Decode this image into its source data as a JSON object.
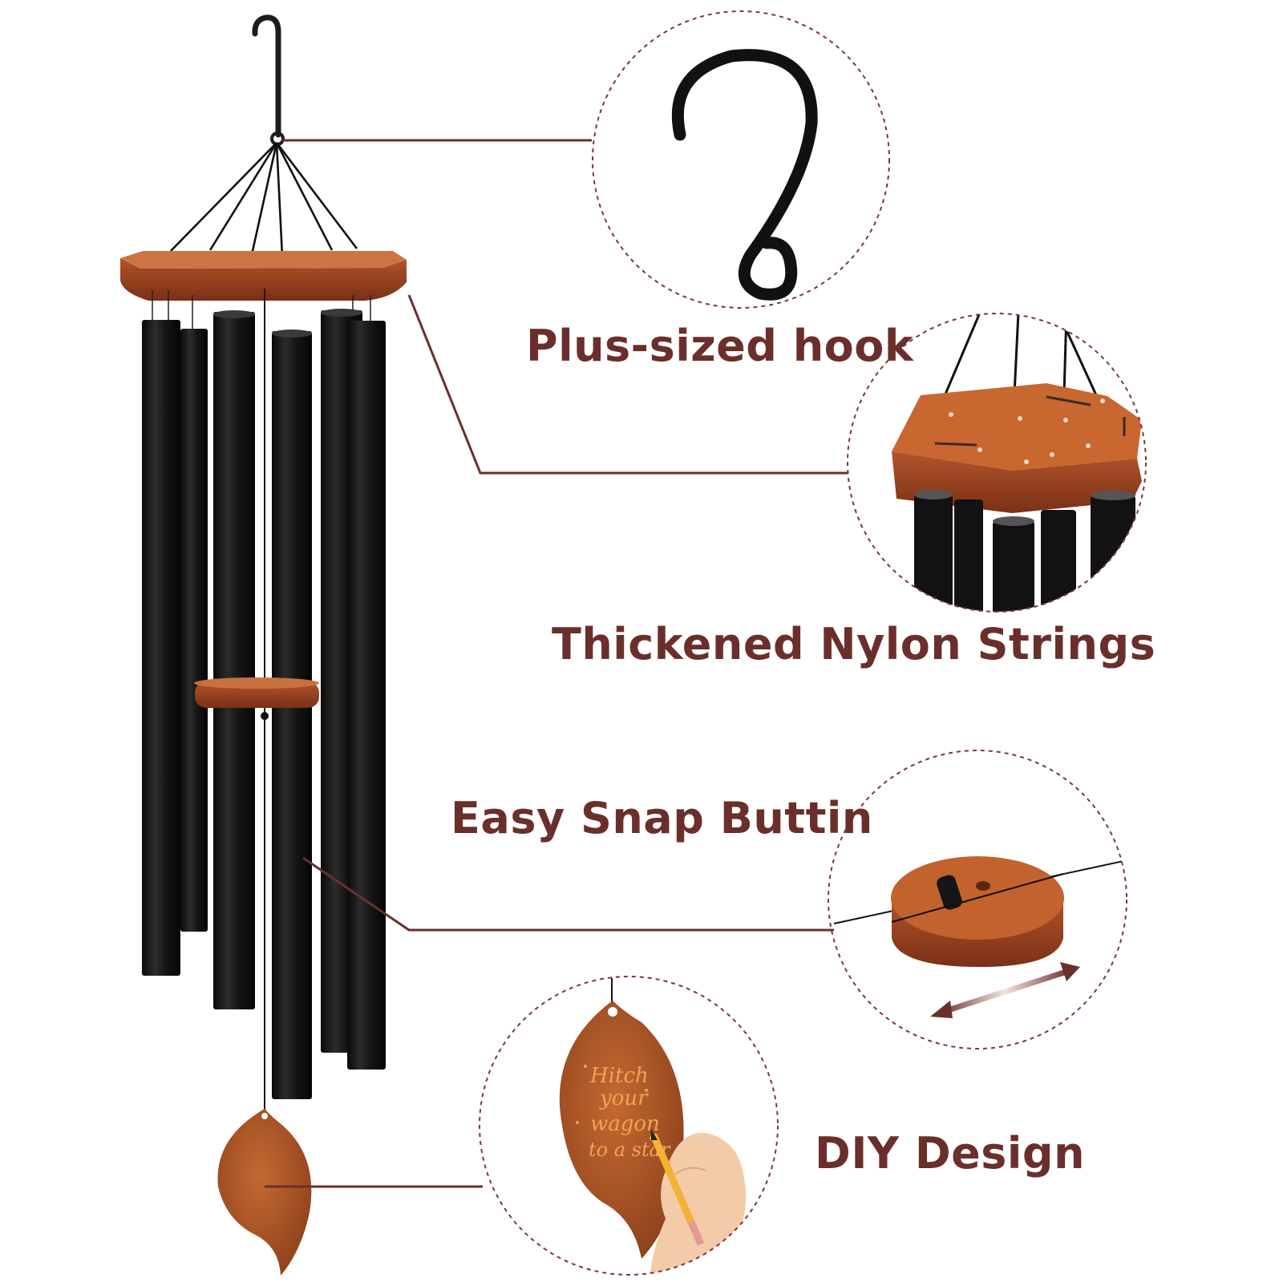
{
  "colors": {
    "label_text": "#6b2f2b",
    "leader_line": "#6b2f2b",
    "dashed_circle": "#7a3a34",
    "tube": "#151515",
    "wood": "#b4562c",
    "wood_dark": "#7d3418",
    "hook": "#1c1c1c"
  },
  "features": [
    {
      "label": "Plus-sized hook",
      "icon": "s-hook-icon"
    },
    {
      "label": "Thickened Nylon Strings",
      "icon": "hexagon-platform-icon"
    },
    {
      "label": "Easy Snap Buttin",
      "icon": "snap-button-icon"
    },
    {
      "label": "DIY Design",
      "icon": "sail-leaf-icon"
    }
  ],
  "sail": {
    "script_lines": [
      "Hitch",
      "your",
      "wagon",
      "to a star"
    ]
  }
}
